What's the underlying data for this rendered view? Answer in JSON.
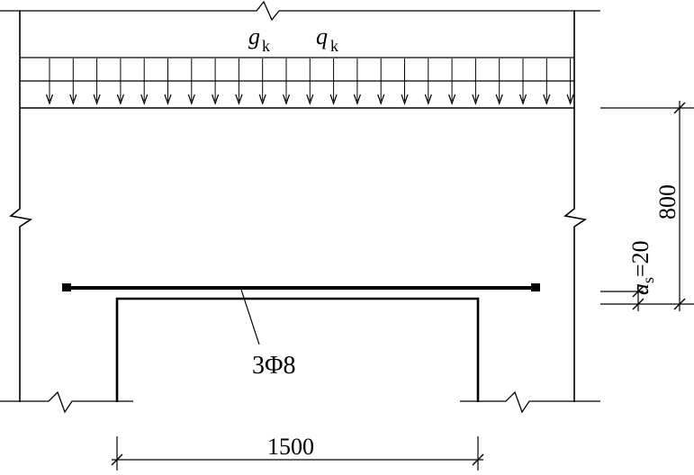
{
  "load": {
    "dead_load_symbol": "g",
    "dead_load_subscript": "k",
    "live_load_symbol": "q",
    "live_load_subscript": "k"
  },
  "dimensions": {
    "wall_height": "800",
    "cover_symbol": "a",
    "cover_subscript": "s",
    "cover_value": "=20",
    "opening_width": "1500"
  },
  "reinforcement": {
    "label": "3Φ8"
  },
  "colors": {
    "line": "#000000",
    "background": "#ffffff"
  }
}
